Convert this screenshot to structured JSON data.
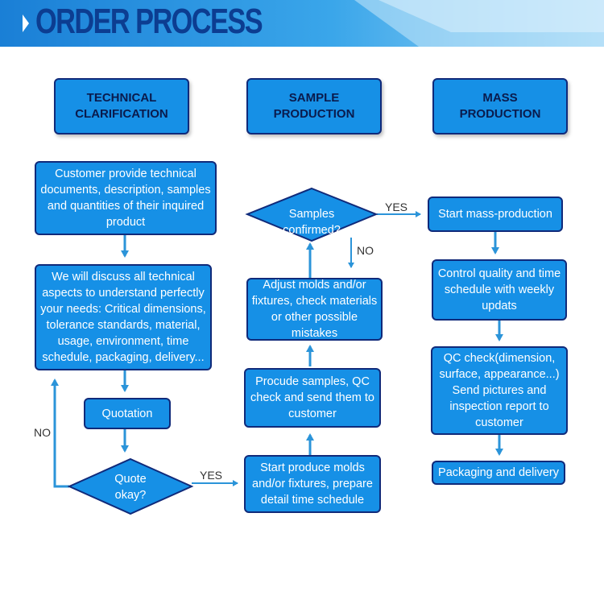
{
  "title": "ORDER PROCESS",
  "columns": [
    {
      "label": "TECHNICAL CLARIFICATION"
    },
    {
      "label": "SAMPLE PRODUCTION"
    },
    {
      "label": "MASS PRODUCTION"
    }
  ],
  "steps": {
    "customer_provide": "Customer provide technical documents, description, samples and quantities of their inquired product",
    "discuss_aspects": "We will discuss all technical aspects to understand perfectly your needs: Critical dimensions, tolerance standards, material, usage, environment, time schedule, packaging, delivery...",
    "quotation": "Quotation",
    "quote_okay": "Quote okay?",
    "start_molds": "Start produce molds and/or fixtures, prepare detail time schedule",
    "produce_samples": "Procude samples, QC check and send them to customer",
    "adjust_molds": "Adjust molds and/or fixtures, check materials or other possible mistakes",
    "samples_confirmed": "Samples confirmed?",
    "start_mass": "Start mass-production",
    "control_quality": "Control quality and time schedule with weekly updats",
    "qc_check": "QC check(dimension, surface, appearance...) Send pictures and inspection report to customer",
    "packaging": "Packaging and delivery"
  },
  "labels": {
    "yes": "YES",
    "no": "NO"
  },
  "colors": {
    "box_fill": "#1690e6",
    "box_border": "#102a7a",
    "arrow": "#2b94d9",
    "title": "#0c3d91"
  }
}
